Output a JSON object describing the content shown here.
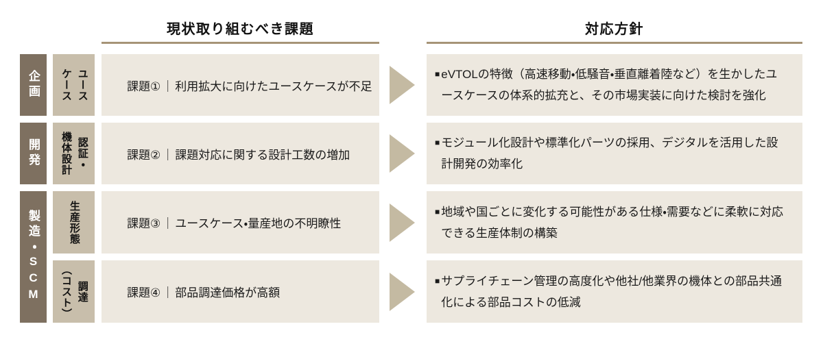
{
  "colors": {
    "category_bg": "#7E7060",
    "sublabel_bg": "#C8BEAB",
    "box_bg": "#EDE8DF",
    "arrow": "#C4BAA2",
    "rule": "#A69477",
    "text": "#1A1A1A"
  },
  "headers": {
    "left_title": "現状取り組むべき課題",
    "right_title": "対応方針"
  },
  "categories": [
    {
      "label": "企画"
    },
    {
      "label": "開発"
    },
    {
      "label": "製造・SCM"
    }
  ],
  "rows": [
    {
      "sublabel_lines": [
        "ユース",
        "ケース"
      ],
      "challenge_no": "課題①",
      "challenge_sep": "｜",
      "challenge_text": "利用拡大に向けたユースケースが不足",
      "bullet": "■",
      "response": "eVTOLの特徴（高速移動・低騒音・垂直離着陸など）を生かしたユースケースの体系的拡充と、その市場実装に向けた検討を強化"
    },
    {
      "sublabel_lines": [
        "認証・",
        "機体設計"
      ],
      "challenge_no": "課題②",
      "challenge_sep": "｜",
      "challenge_text": "課題対応に関する設計工数の増加",
      "bullet": "■",
      "response": "モジュール化設計や標準化パーツの採用、デジタルを活用した設計開発の効率化"
    },
    {
      "sublabel_lines": [
        "生産形態"
      ],
      "challenge_no": "課題③",
      "challenge_sep": "｜",
      "challenge_text": "ユースケース・量産地の不明瞭性",
      "bullet": "■",
      "response": "地域や国ごとに変化する可能性がある仕様・需要などに柔軟に対応できる生産体制の構築"
    },
    {
      "sublabel_lines": [
        "調達",
        "（コスト）"
      ],
      "challenge_no": "課題④",
      "challenge_sep": "｜",
      "challenge_text": "部品調達価格が高額",
      "bullet": "■",
      "response": "サプライチェーン管理の高度化や他社/他業界の機体との部品共通化による部品コストの低減"
    }
  ]
}
